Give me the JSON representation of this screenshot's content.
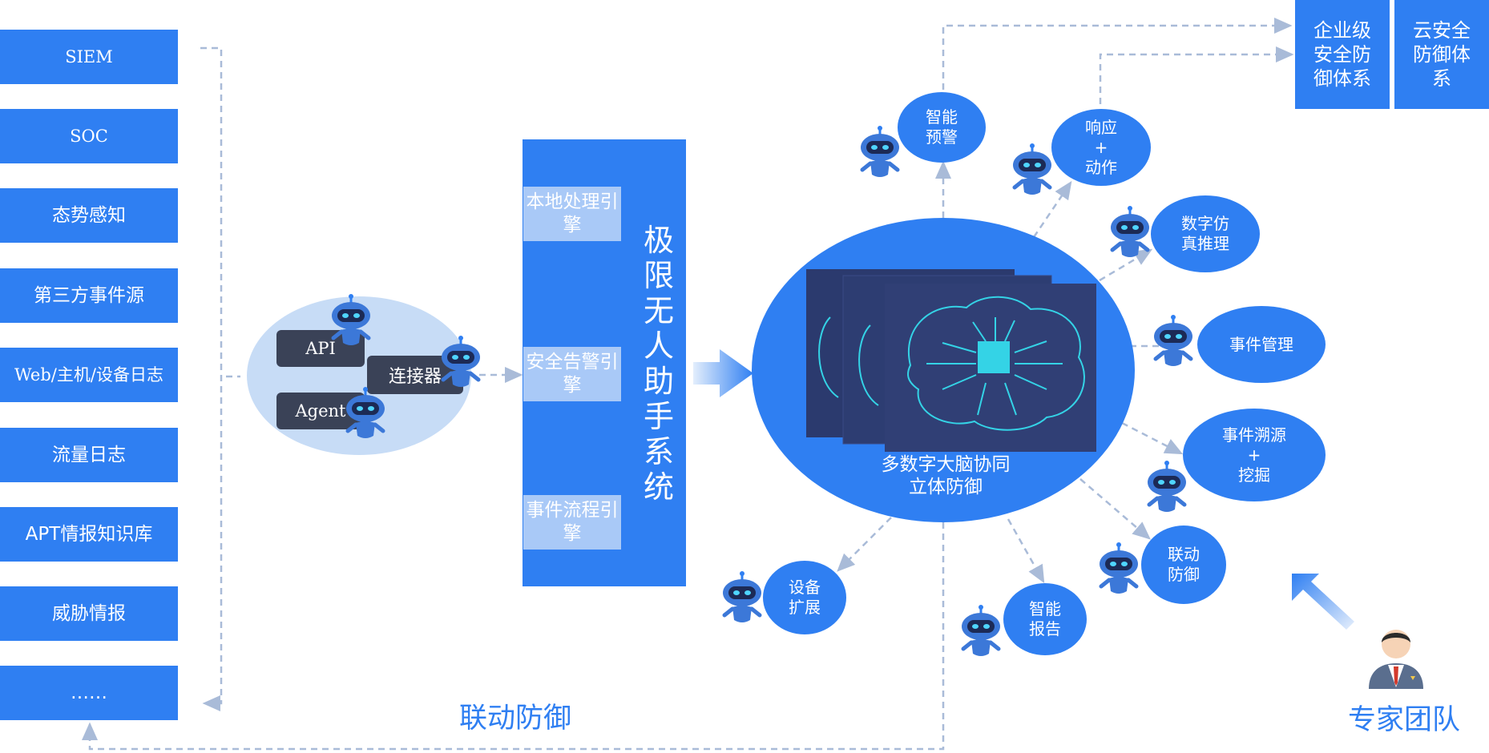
{
  "sources": [
    "SIEM",
    "SOC",
    "态势感知",
    "第三方事件源",
    "Web/主机/设备日志",
    "流量日志",
    "APT情报知识库",
    "威胁情报",
    "……"
  ],
  "connector": {
    "api": "API",
    "agent": "Agent",
    "connector": "连接器"
  },
  "system": {
    "title": "极限无人助手系统",
    "engines": [
      "本地处理引擎",
      "安全告警引擎",
      "事件流程引擎"
    ]
  },
  "brain": {
    "label_line1": "多数字大脑协同",
    "label_line2": "立体防御"
  },
  "satellites": {
    "warning": "智能\n预警",
    "response": "响应\n+\n动作",
    "simulation": "数字仿\n真推理",
    "event_mgmt": "事件管理",
    "trace": "事件溯源\n+\n挖掘",
    "linkage": "联动\n防御",
    "report": "智能\n报告",
    "device": "设备\n扩展"
  },
  "top_boxes": {
    "enterprise": "企业级\n安全防\n御体系",
    "cloud": "云安全\n防御体\n系"
  },
  "labels": {
    "linkage_defense": "联动防御",
    "expert_team": "专家团队"
  },
  "colors": {
    "primary": "#2f7ff2",
    "engine_bg": "#a9c9f7",
    "ellipse_bg": "#c7dcf6",
    "dashed": "#a9bbd8",
    "chip": "#3a4257",
    "brain_bg": "#2b3a6e",
    "circuit": "#34d3e6"
  }
}
